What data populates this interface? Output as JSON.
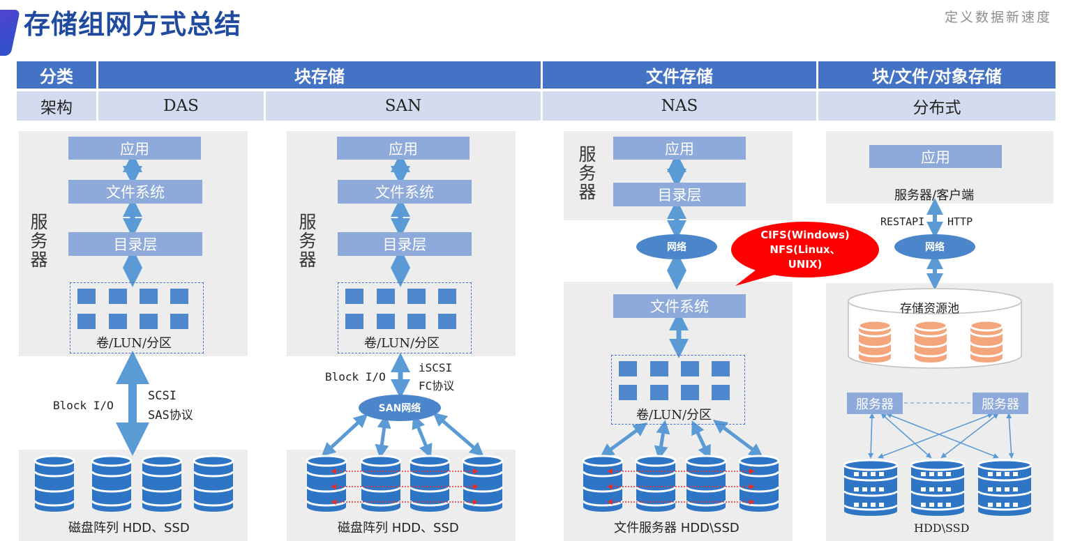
{
  "title": "存储组网方式总结",
  "slogan": "定义数据新速度",
  "header": {
    "category": "分类",
    "block": "块存储",
    "file": "文件存储",
    "unified": "块/文件/对象存储"
  },
  "subheader": {
    "arch": "架构",
    "das": "DAS",
    "san": "SAN",
    "nas": "NAS",
    "dist": "分布式"
  },
  "das": {
    "app": "应用",
    "fs": "文件系统",
    "dir": "目录层",
    "server": "服务器",
    "volume": "卷/LUN/分区",
    "io": "Block I/O",
    "proto1": "SCSI",
    "proto2": "SAS协议",
    "disk": "磁盘阵列  HDD、SSD"
  },
  "san": {
    "app": "应用",
    "fs": "文件系统",
    "dir": "目录层",
    "server": "服务器",
    "volume": "卷/LUN/分区",
    "io": "Block I/O",
    "proto1": "iSCSI",
    "proto2": "FC协议",
    "net": "SAN网络",
    "disk": "磁盘阵列  HDD、SSD"
  },
  "nas": {
    "server": "服务器",
    "app": "应用",
    "dir": "目录层",
    "net": "网络",
    "bubble1": "CIFS(Windows)",
    "bubble2": "NFS(Linux、",
    "bubble3": "UNIX)",
    "fs": "文件系统",
    "volume": "卷/LUN/分区",
    "disk": "文件服务器 HDD\\SSD"
  },
  "dist": {
    "app": "应用",
    "client": "服务器/客户端",
    "restapi": "RESTAPI",
    "http": "HTTP",
    "net": "网络",
    "pool": "存储资源池",
    "server1": "服务器",
    "server2": "服务器",
    "disk": "HDD\\SSD"
  },
  "colors": {
    "header": "#4472c4",
    "subheader": "#d3dbef",
    "box": "#8eaadb",
    "panel": "#ededed",
    "arrow": "#5b9bd5",
    "disk": "#2e75c6",
    "pool_disk": "#f4a57c",
    "bubble": "#ff0000"
  }
}
